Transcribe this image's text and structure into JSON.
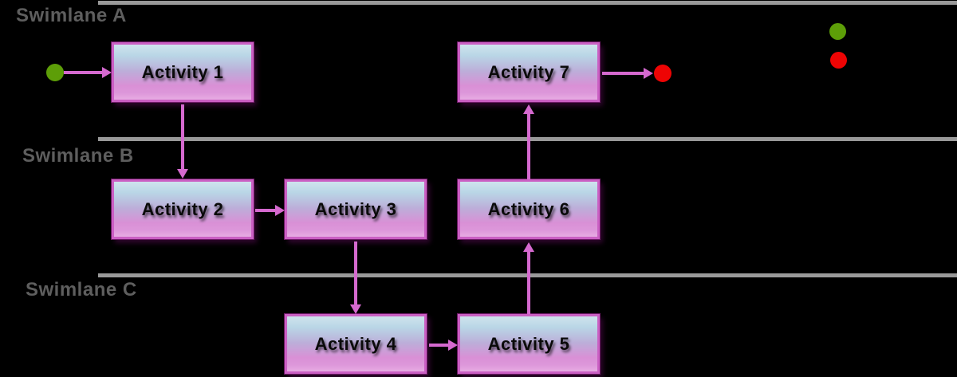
{
  "diagram": {
    "type": "swimlane-activity-diagram",
    "swimlanes": [
      {
        "label": "Swimlane A"
      },
      {
        "label": "Swimlane B"
      },
      {
        "label": "Swimlane C"
      }
    ],
    "activities": [
      {
        "label": "Activity 1",
        "lane": "Swimlane A"
      },
      {
        "label": "Activity 2",
        "lane": "Swimlane B"
      },
      {
        "label": "Activity 3",
        "lane": "Swimlane B"
      },
      {
        "label": "Activity 4",
        "lane": "Swimlane C"
      },
      {
        "label": "Activity 5",
        "lane": "Swimlane C"
      },
      {
        "label": "Activity 6",
        "lane": "Swimlane B"
      },
      {
        "label": "Activity 7",
        "lane": "Swimlane A"
      }
    ],
    "edges": [
      {
        "from": "start",
        "to": "Activity 1"
      },
      {
        "from": "Activity 1",
        "to": "Activity 2"
      },
      {
        "from": "Activity 2",
        "to": "Activity 3"
      },
      {
        "from": "Activity 3",
        "to": "Activity 4"
      },
      {
        "from": "Activity 4",
        "to": "Activity 5"
      },
      {
        "from": "Activity 5",
        "to": "Activity 6"
      },
      {
        "from": "Activity 6",
        "to": "Activity 7"
      },
      {
        "from": "Activity 7",
        "to": "end"
      }
    ],
    "legend": {
      "start_color": "#5d9e08",
      "end_color": "#ee0404"
    },
    "colors": {
      "background": "#000000",
      "lane_line": "#999999",
      "lane_label": "#5e5e5e",
      "box_border": "#ca5fc3",
      "box_outline": "#6b1a64",
      "box_top": "#cfe3ed",
      "box_mid": "#bcaed9",
      "box_pink": "#d990d6",
      "box_bottom": "#e7ace2",
      "arrow": "#d569cf",
      "start_dot": "#5d9e08",
      "end_dot": "#ee0404",
      "activity_text": "#0a0a0a"
    }
  }
}
